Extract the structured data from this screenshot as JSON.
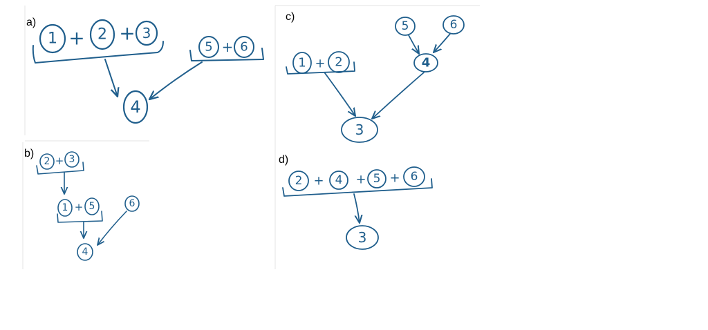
{
  "colors": {
    "ink": "#1f5e8c",
    "label": "#000000",
    "frame": "#e3e3e3"
  },
  "panels": {
    "a": {
      "label": "a)",
      "nodes": {
        "n1": "1",
        "n2": "2",
        "n3": "3",
        "n4": "4",
        "n5": "5",
        "n6": "6"
      },
      "ops": {
        "p1": "+",
        "p2": "+",
        "p3": "+"
      }
    },
    "b": {
      "label": "b)",
      "nodes": {
        "n2": "2",
        "n3": "3",
        "n1": "1",
        "n5": "5",
        "n6": "6",
        "n4": "4"
      },
      "ops": {
        "p1": "+",
        "p2": "+"
      }
    },
    "c": {
      "label": "c)",
      "nodes": {
        "n1": "1",
        "n2": "2",
        "n5": "5",
        "n6": "6",
        "n4": "4",
        "n3": "3"
      },
      "ops": {
        "p1": "+"
      }
    },
    "d": {
      "label": "d)",
      "nodes": {
        "n2": "2",
        "n4": "4",
        "n5": "5",
        "n6": "6",
        "n3": "3"
      },
      "ops": {
        "p1": "+",
        "p2": "+",
        "p3": "+"
      }
    }
  }
}
